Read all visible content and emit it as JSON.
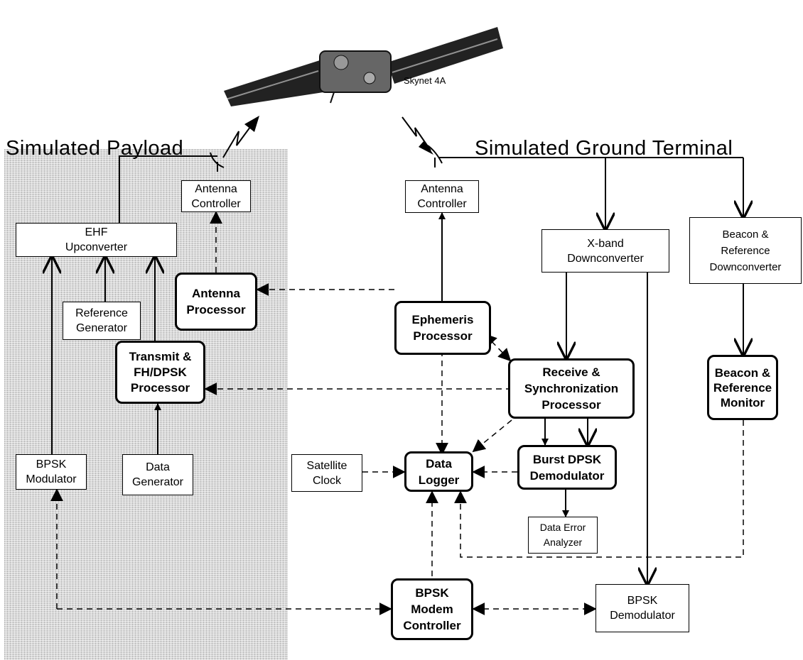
{
  "header": {
    "satellite_label": "Skynet 4A",
    "payload_title": "Simulated Payload",
    "ground_title": "Simulated Ground Terminal"
  },
  "payload": {
    "antenna_controller": "Antenna\nController",
    "ehf_upconverter": "EHF\nUpconverter",
    "reference_generator": "Reference\nGenerator",
    "antenna_processor": "Antenna\nProcessor",
    "transmit_processor": "Transmit &\nFH/DPSK\nProcessor",
    "bpsk_modulator": "BPSK\nModulator",
    "data_generator": "Data\nGenerator"
  },
  "ground": {
    "antenna_controller": "Antenna\nController",
    "xband_downconverter": "X-band\nDownconverter",
    "beacon_downconverter": "Beacon &\nReference\nDownconverter",
    "ephemeris_processor": "Ephemeris\nProcessor",
    "receive_sync_processor": "Receive &\nSynchronization\nProcessor",
    "beacon_monitor": "Beacon &\nReference\nMonitor",
    "satellite_clock": "Satellite\nClock",
    "data_logger": "Data\nLogger",
    "burst_dpsk_demodulator": "Burst DPSK\nDemodulator",
    "data_error_analyzer": "Data Error\nAnalyzer",
    "bpsk_modem_controller": "BPSK\nModem\nController",
    "bpsk_demodulator": "BPSK\nDemodulator"
  },
  "colors": {
    "line": "#000000",
    "payload_background": "#d9d9d9"
  }
}
